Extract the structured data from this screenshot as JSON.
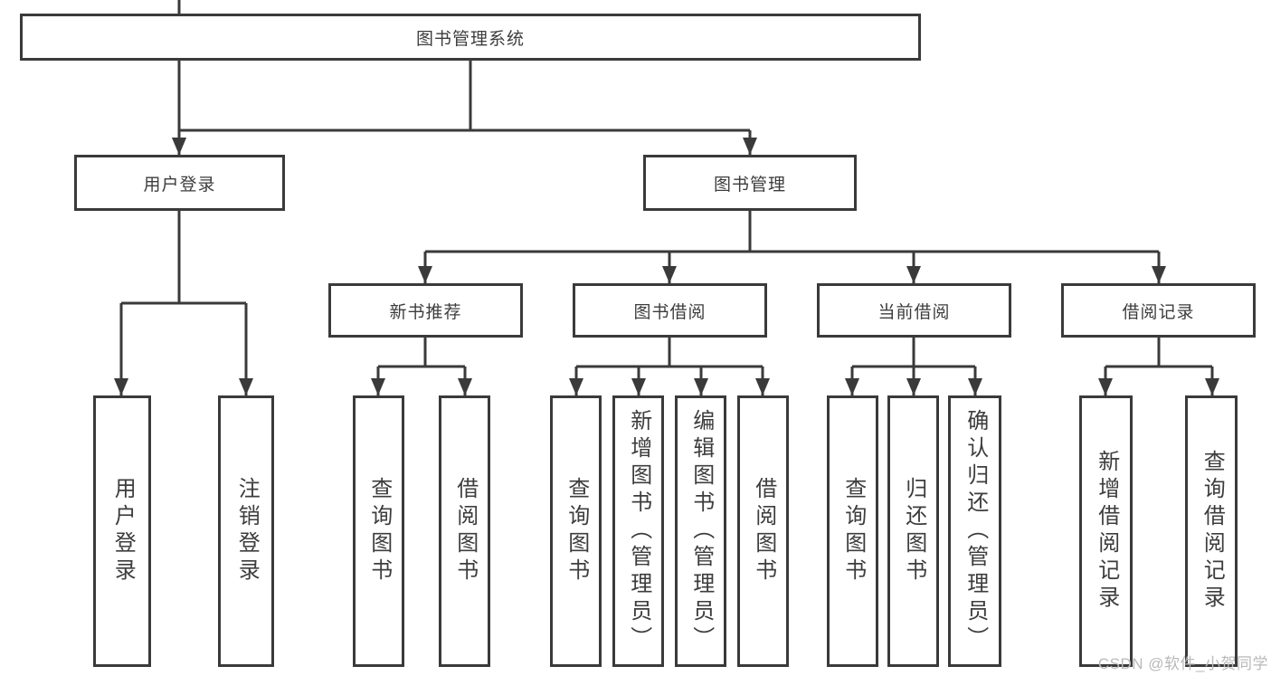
{
  "tree": {
    "root": {
      "label": "图书管理系统"
    },
    "branches": [
      {
        "label": "用户登录",
        "children": [
          {
            "label": "用户登录"
          },
          {
            "label": "注销登录"
          }
        ]
      },
      {
        "label": "图书管理",
        "children": [
          {
            "label": "新书推荐",
            "children": [
              {
                "label": "查询图书"
              },
              {
                "label": "借阅图书"
              }
            ]
          },
          {
            "label": "图书借阅",
            "children": [
              {
                "label": "查询图书"
              },
              {
                "label": "新增图书（管理员）"
              },
              {
                "label": "编辑图书（管理员）"
              },
              {
                "label": "借阅图书"
              }
            ]
          },
          {
            "label": "当前借阅",
            "children": [
              {
                "label": "查询图书"
              },
              {
                "label": "归还图书"
              },
              {
                "label": "确认归还（管理员）"
              }
            ]
          },
          {
            "label": "借阅记录",
            "children": [
              {
                "label": "新增借阅记录"
              },
              {
                "label": "查询借阅记录"
              }
            ]
          }
        ]
      }
    ]
  },
  "watermark": {
    "text": "CSDN @软件_小贺同学"
  },
  "colors": {
    "line": "#3a3a3a",
    "text": "#3d3d3d",
    "background": "#ffffff",
    "watermark": "#b9b9b9"
  }
}
